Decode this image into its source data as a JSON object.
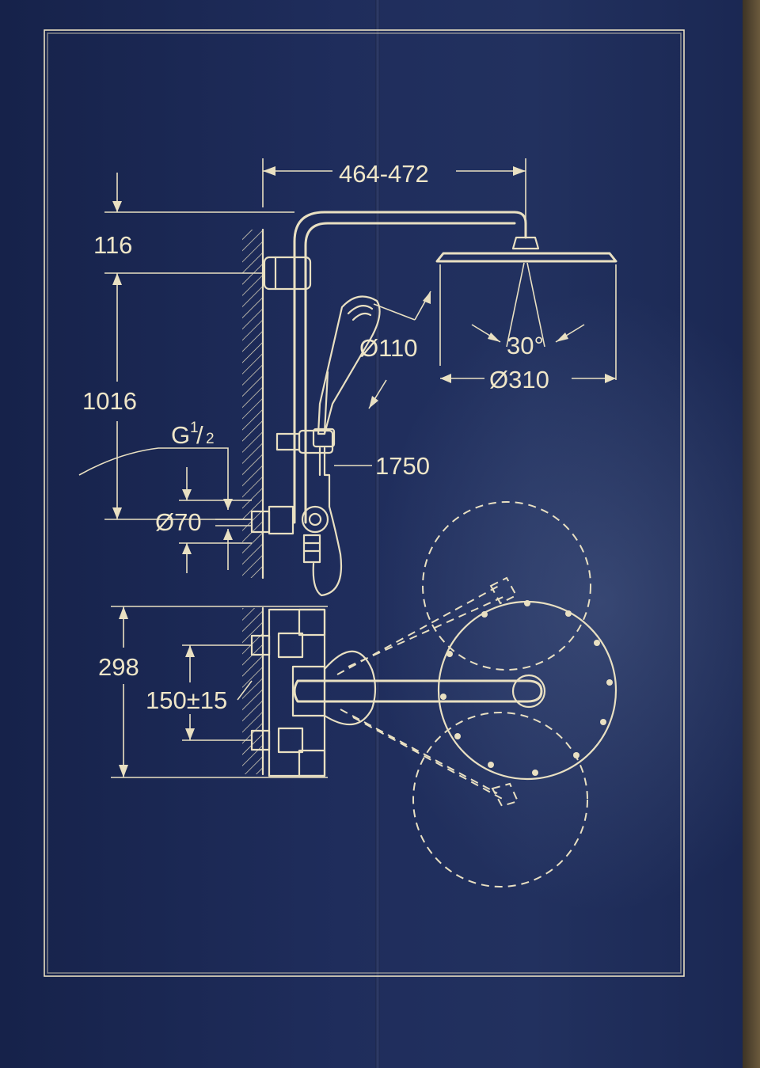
{
  "dimensions": {
    "projection": "464-472",
    "top_offset": "116",
    "bar_height": "1016",
    "thread_main": "G",
    "thread_sup": "1",
    "thread_sub": "2",
    "flange_diameter": "Ø70",
    "hand_shower_diameter": "Ø110",
    "angle": "30°",
    "head_shower_diameter": "Ø310",
    "hose_length": "1750",
    "mixer_height": "298",
    "connection_spacing": "150±15"
  },
  "colors": {
    "background": "#1c2a55",
    "line": "#e9e0c2"
  }
}
